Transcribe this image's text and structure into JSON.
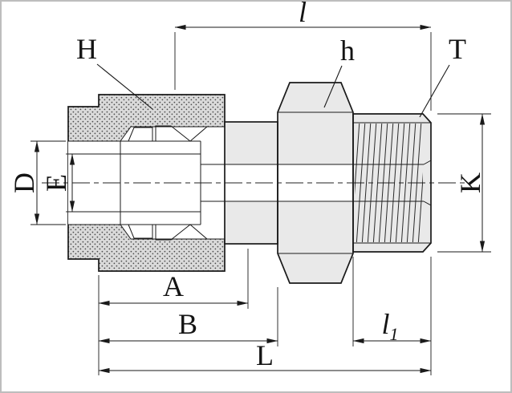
{
  "drawing": {
    "description": "Cross-section technical drawing of a compression tube fitting male connector with nut, ferrules, hex body and threaded end",
    "labels": {
      "H": "H",
      "h": "h",
      "T": "T",
      "l": "l",
      "l1": "l",
      "l1_sub": "1",
      "D": "D",
      "E": "E",
      "K": "K",
      "A": "A",
      "B": "B",
      "L": "L"
    },
    "colors": {
      "line": "#1a1a1a",
      "body_fill": "#e9e9e9",
      "nut_fill": "#dadada",
      "stipple_dot": "#4a4a4a",
      "background": "#ffffff",
      "border": "#bdbdbd"
    }
  }
}
